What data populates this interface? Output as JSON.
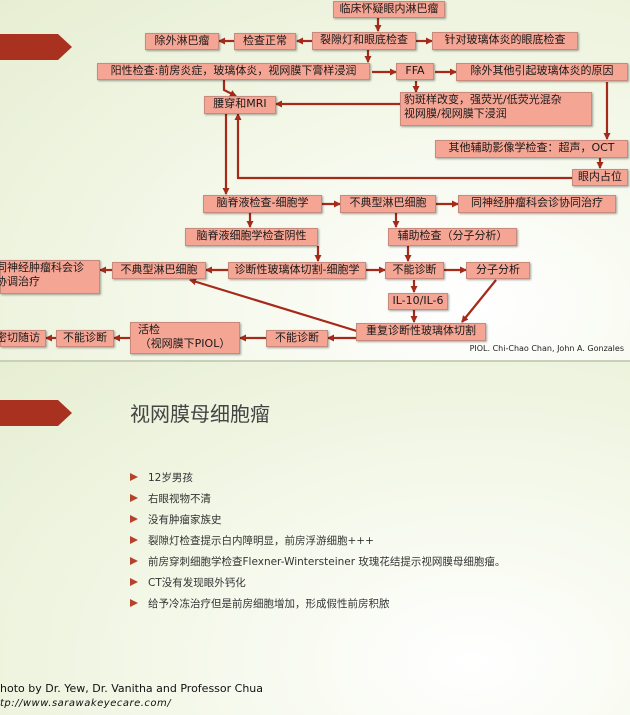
{
  "slide1": {
    "boxes": [
      {
        "id": "b_clinical",
        "text": "临床怀疑眼内淋巴瘤"
      },
      {
        "id": "b_excl_lymph",
        "text": "除外淋巴瘤"
      },
      {
        "id": "b_exam_normal",
        "text": "检查正常"
      },
      {
        "id": "b_slitlamp",
        "text": "裂隙灯和眼底检查"
      },
      {
        "id": "b_vitritis_exam",
        "text": "针对玻璃体炎的眼底检查"
      },
      {
        "id": "b_positive",
        "text": "阳性检查:前房炎症，玻璃体炎，视网膜下膏样浸润"
      },
      {
        "id": "b_ffa",
        "text": "FFA"
      },
      {
        "id": "b_excl_other",
        "text": "除外其他引起玻璃体炎的原因"
      },
      {
        "id": "b_lp_mri",
        "text": "腰穿和MRI"
      },
      {
        "id": "b_leopard_1",
        "text": "豹斑样改变，强荧光/低荧光混杂"
      },
      {
        "id": "b_leopard_2",
        "text": "视网膜/视网膜下浸润"
      },
      {
        "id": "b_other_imaging",
        "text": "其他辅助影像学检查：超声，OCT"
      },
      {
        "id": "b_mass",
        "text": "眼内占位"
      },
      {
        "id": "b_csf",
        "text": "脑脊液检查-细胞学"
      },
      {
        "id": "b_atypical_top",
        "text": "不典型淋巴细胞"
      },
      {
        "id": "b_neuro_top",
        "text": "同神经肿瘤科会诊协同治疗"
      },
      {
        "id": "b_csf_neg",
        "text": "脑脊液细胞学检查阴性"
      },
      {
        "id": "b_aux",
        "text": "辅助检查（分子分析）"
      },
      {
        "id": "b_neuro_left_1",
        "text": "同神经肿瘤科会诊"
      },
      {
        "id": "b_neuro_left_2",
        "text": "协调治疗"
      },
      {
        "id": "b_atypical_mid",
        "text": "不典型淋巴细胞"
      },
      {
        "id": "b_diag_vit",
        "text": "诊断性玻璃体切割-细胞学"
      },
      {
        "id": "b_undiag_1",
        "text": "不能诊断"
      },
      {
        "id": "b_molecular",
        "text": "分子分析"
      },
      {
        "id": "b_il",
        "text": "IL-10/IL-6"
      },
      {
        "id": "b_close",
        "text": "密切随访"
      },
      {
        "id": "b_undiag_3",
        "text": "不能诊断"
      },
      {
        "id": "b_biopsy_1",
        "text": "活检"
      },
      {
        "id": "b_biopsy_2",
        "text": "（视网膜下PIOL）"
      },
      {
        "id": "b_undiag_2",
        "text": "不能诊断"
      },
      {
        "id": "b_repeat",
        "text": "重复诊断性玻璃体切割"
      }
    ],
    "credit": "PIOL. Chi-Chao Chan, John A. Gonzales"
  },
  "slide2": {
    "title": "视网膜母细胞瘤",
    "bullets": [
      "12岁男孩",
      "右眼视物不清",
      "没有肿瘤家族史",
      "裂隙灯检查提示白内障明显，前房浮游细胞+++",
      "前房穿刺细胞学检查Flexner-Wintersteiner 玫瑰花结提示视网膜母细胞瘤。",
      "CT没有发现眼外钙化",
      "给予冷冻治疗但是前房细胞增加，形成假性前房积脓"
    ],
    "footer_line1": "hoto by Dr. Yew, Dr. Vanitha and Professor Chua",
    "footer_line2": "tp://www.sarawakeyecare.com/"
  },
  "colors": {
    "box_fill": "#f5a594",
    "arrow": "#a52a1a",
    "pennant": "#a8321f",
    "bullet": "#b5432c"
  }
}
